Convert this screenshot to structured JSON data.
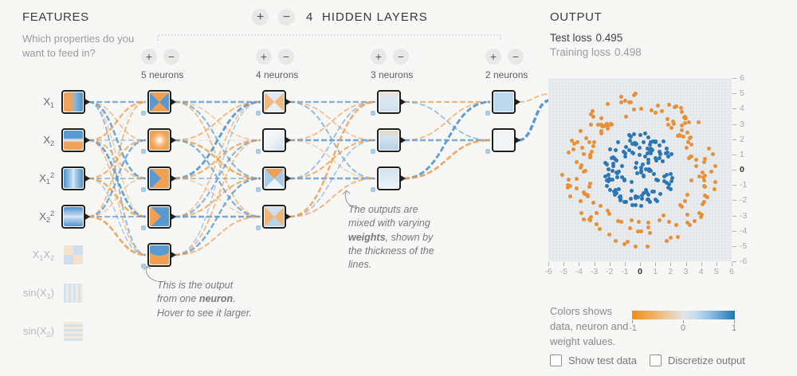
{
  "features": {
    "title": "FEATURES",
    "subtitle": "Which properties do you want to feed in?",
    "items": [
      {
        "id": "x1",
        "active": true,
        "pattern": "x1",
        "label": [
          [
            "t",
            "X"
          ],
          [
            "sub",
            "1"
          ]
        ]
      },
      {
        "id": "x2",
        "active": true,
        "pattern": "x2",
        "label": [
          [
            "t",
            "X"
          ],
          [
            "sub",
            "2"
          ]
        ]
      },
      {
        "id": "x1-squared",
        "active": true,
        "pattern": "x1sq",
        "label": [
          [
            "t",
            "X"
          ],
          [
            "sub",
            "1"
          ],
          [
            "sup",
            "2"
          ]
        ]
      },
      {
        "id": "x2-squared",
        "active": true,
        "pattern": "x2sq",
        "label": [
          [
            "t",
            "X"
          ],
          [
            "sub",
            "2"
          ],
          [
            "sup",
            "2"
          ]
        ]
      },
      {
        "id": "x1x2",
        "active": false,
        "pattern": "x1x2",
        "label": [
          [
            "t",
            "X"
          ],
          [
            "sub",
            "1"
          ],
          [
            "t",
            "X"
          ],
          [
            "sub",
            "2"
          ]
        ]
      },
      {
        "id": "sin-x1",
        "active": false,
        "pattern": "sinx1",
        "label": [
          [
            "t",
            "sin(X"
          ],
          [
            "sub",
            "1"
          ],
          [
            "t",
            ")"
          ]
        ]
      },
      {
        "id": "sin-x2",
        "active": false,
        "pattern": "sinx2",
        "label": [
          [
            "t",
            "sin(X"
          ],
          [
            "sub",
            "2"
          ],
          [
            "t",
            ")"
          ]
        ]
      }
    ]
  },
  "hidden_layers_header": {
    "plus": "+",
    "minus": "−",
    "count": "4",
    "label": "HIDDEN LAYERS"
  },
  "layer_controls": {
    "plus": "+",
    "minus": "−"
  },
  "layers": [
    {
      "label": "5 neurons",
      "neurons": [
        "hourglass",
        "orangedot",
        "wedgeblue",
        "wedgeorange",
        "bluetop"
      ]
    },
    {
      "label": "4 neurons",
      "neurons": [
        "l2n1",
        "l2n2",
        "l2n3",
        "l2n4"
      ]
    },
    {
      "label": "3 neurons",
      "neurons": [
        "l3n1",
        "l3n2",
        "l3n3"
      ]
    },
    {
      "label": "2 neurons",
      "neurons": [
        "l4n1",
        "l4n2"
      ]
    }
  ],
  "weights": {
    "input_l1": [
      [
        0.45,
        -0.3,
        0.55,
        -0.2,
        0.35
      ],
      [
        -0.5,
        0.25,
        -0.4,
        0.6,
        -0.3
      ],
      [
        0.1,
        -0.45,
        0.3,
        -0.55,
        0.2
      ],
      [
        -0.35,
        0.5,
        -0.25,
        0.4,
        -0.6
      ]
    ],
    "l1_l2": [
      [
        0.5,
        -0.25,
        0.4,
        -0.35
      ],
      [
        -0.4,
        0.1,
        -0.55,
        0.45
      ],
      [
        0.65,
        -0.5,
        0.3,
        -0.2
      ],
      [
        -0.3,
        0.4,
        -0.45,
        0.55
      ],
      [
        0.2,
        -0.35,
        0.5,
        -0.4
      ]
    ],
    "l2_l3": [
      [
        0.45,
        -0.3,
        0.35
      ],
      [
        -0.35,
        0.55,
        -0.2
      ],
      [
        0.3,
        -0.45,
        0.5
      ],
      [
        -0.55,
        0.25,
        -0.4
      ]
    ],
    "l3_l4": [
      [
        -0.45,
        0.3
      ],
      [
        -0.35,
        0.5
      ],
      [
        0.65,
        -0.6
      ]
    ],
    "l4_out": [
      [
        -0.35
      ],
      [
        0.8
      ]
    ]
  },
  "annotations": [
    {
      "id": "neuron-callout",
      "parts": [
        [
          "t",
          "This is the output from one "
        ],
        [
          "b",
          "neuron"
        ],
        [
          "t",
          ". Hover to see it larger."
        ]
      ]
    },
    {
      "id": "weights-callout",
      "parts": [
        [
          "t",
          "The outputs are mixed with varying "
        ],
        [
          "b",
          "weights"
        ],
        [
          "t",
          ", shown by the thickness of the lines."
        ]
      ]
    }
  ],
  "output": {
    "title": "OUTPUT",
    "test_loss_label": "Test loss",
    "test_loss_value": "0.495",
    "training_loss_label": "Training loss",
    "training_loss_value": "0.498",
    "x_ticks": [
      "-6",
      "-5",
      "-4",
      "-3",
      "-2",
      "-1",
      "0",
      "1",
      "2",
      "3",
      "4",
      "5",
      "6"
    ],
    "y_ticks": [
      "6",
      "5",
      "4",
      "3",
      "2",
      "1",
      "0",
      "-1",
      "-2",
      "-3",
      "-4",
      "-5",
      "-6"
    ],
    "legend_text": "Colors shows data, neuron and weight values.",
    "legend_ticks": [
      "-1",
      "0",
      "1"
    ],
    "checkboxes": [
      {
        "id": "show-test-data",
        "label": "Show test data",
        "checked": false
      },
      {
        "id": "discretize-output",
        "label": "Discretize output",
        "checked": false
      }
    ]
  },
  "colors": {
    "link_blue": "#5899d2",
    "link_orange": "#efa052",
    "weak_link": "#c3c3c3",
    "point_blue": "#2d76b5",
    "point_orange": "#e88f38",
    "positive_blue": "#0877bd",
    "negative_orange": "#f59322"
  },
  "chart_data": {
    "type": "scatter",
    "dataset": "circle",
    "title": "",
    "xlabel": "",
    "ylabel": "",
    "xlim": [
      -6,
      6
    ],
    "ylim": [
      -6,
      6
    ],
    "x_tick_values": [
      -6,
      -5,
      -4,
      -3,
      -2,
      -1,
      0,
      1,
      2,
      3,
      4,
      5,
      6
    ],
    "y_tick_values": [
      6,
      5,
      4,
      3,
      2,
      1,
      0,
      -1,
      -2,
      -3,
      -4,
      -5,
      -6
    ],
    "grid": false,
    "legend_position": "none",
    "series": [
      {
        "name": "inner cluster (blue class)",
        "color": "#2d76b5",
        "count": 140,
        "shape": "disc",
        "radius_range": [
          0,
          2.4
        ],
        "center": [
          0,
          0
        ]
      },
      {
        "name": "outer ring (orange class)",
        "color": "#e88f38",
        "count": 170,
        "shape": "annulus",
        "radius_range": [
          3.3,
          5.1
        ],
        "center": [
          0,
          0
        ]
      }
    ]
  }
}
